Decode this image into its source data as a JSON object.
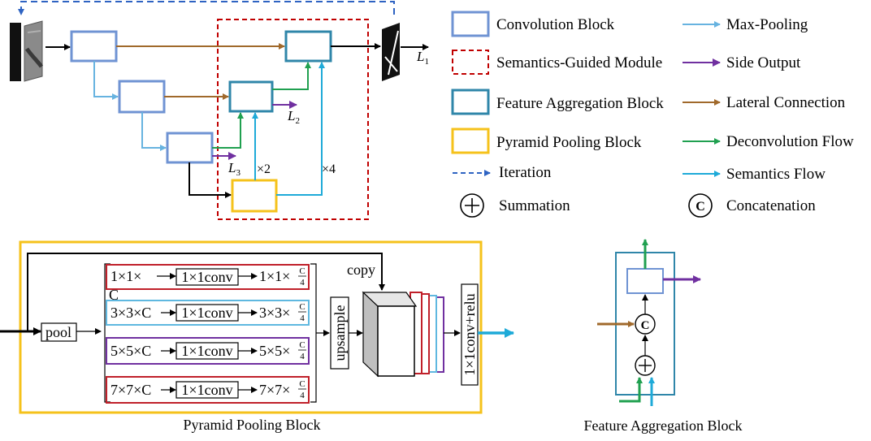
{
  "legend": {
    "convolution_block": "Convolution Block",
    "semantics_module": "Semantics-Guided Module",
    "feature_aggregation": "Feature Aggregation Block",
    "pyramid_pooling": "Pyramid Pooling Block",
    "iteration": "Iteration",
    "summation": "Summation",
    "max_pooling": "Max-Pooling",
    "side_output": "Side Output",
    "lateral_connection": "Lateral Connection",
    "deconvolution_flow": "Deconvolution  Flow",
    "semantics_flow": "Semantics Flow",
    "concatenation": "Concatenation",
    "concat_symbol": "C"
  },
  "network": {
    "loss_l1": "L",
    "loss_l1_sub": "1",
    "loss_l2": "L",
    "loss_l2_sub": "2",
    "loss_l3": "L",
    "loss_l3_sub": "3",
    "times2": "×2",
    "times4": "×4"
  },
  "ppb": {
    "pool": "pool",
    "copy": "copy",
    "upsample": "upsample",
    "final_conv": "1×1conv+relu",
    "rows": [
      {
        "input": "1×1×",
        "input_extra": "C",
        "conv": "1×1conv",
        "output": "1×1×",
        "num": "C",
        "den": "4"
      },
      {
        "input": "3×3×C",
        "input_extra": "",
        "conv": "1×1conv",
        "output": "3×3×",
        "num": "C",
        "den": "4"
      },
      {
        "input": "5×5×C",
        "input_extra": "",
        "conv": "1×1conv",
        "output": "5×5×",
        "num": "C",
        "den": "4"
      },
      {
        "input": "7×7×C",
        "input_extra": "",
        "conv": "1×1conv",
        "output": "7×7×",
        "num": "C",
        "den": "4"
      }
    ],
    "caption": "Pyramid Pooling Block"
  },
  "fab": {
    "concat_symbol": "C",
    "caption": "Feature Aggregation Block"
  },
  "colors": {
    "conv_block": "#6f93d3",
    "fab_block": "#2f86a9",
    "ppb_block": "#f5c21b",
    "sgm_border": "#c00000",
    "iteration": "#2e63c2",
    "max_pooling": "#67b3e0",
    "side_output": "#7030a0",
    "lateral": "#a0692b",
    "deconv": "#20a050",
    "semantics": "#1eaad8",
    "row1": "#c0202a",
    "row2": "#5fb8e0",
    "row3": "#7030a0",
    "row4": "#c0202a"
  }
}
